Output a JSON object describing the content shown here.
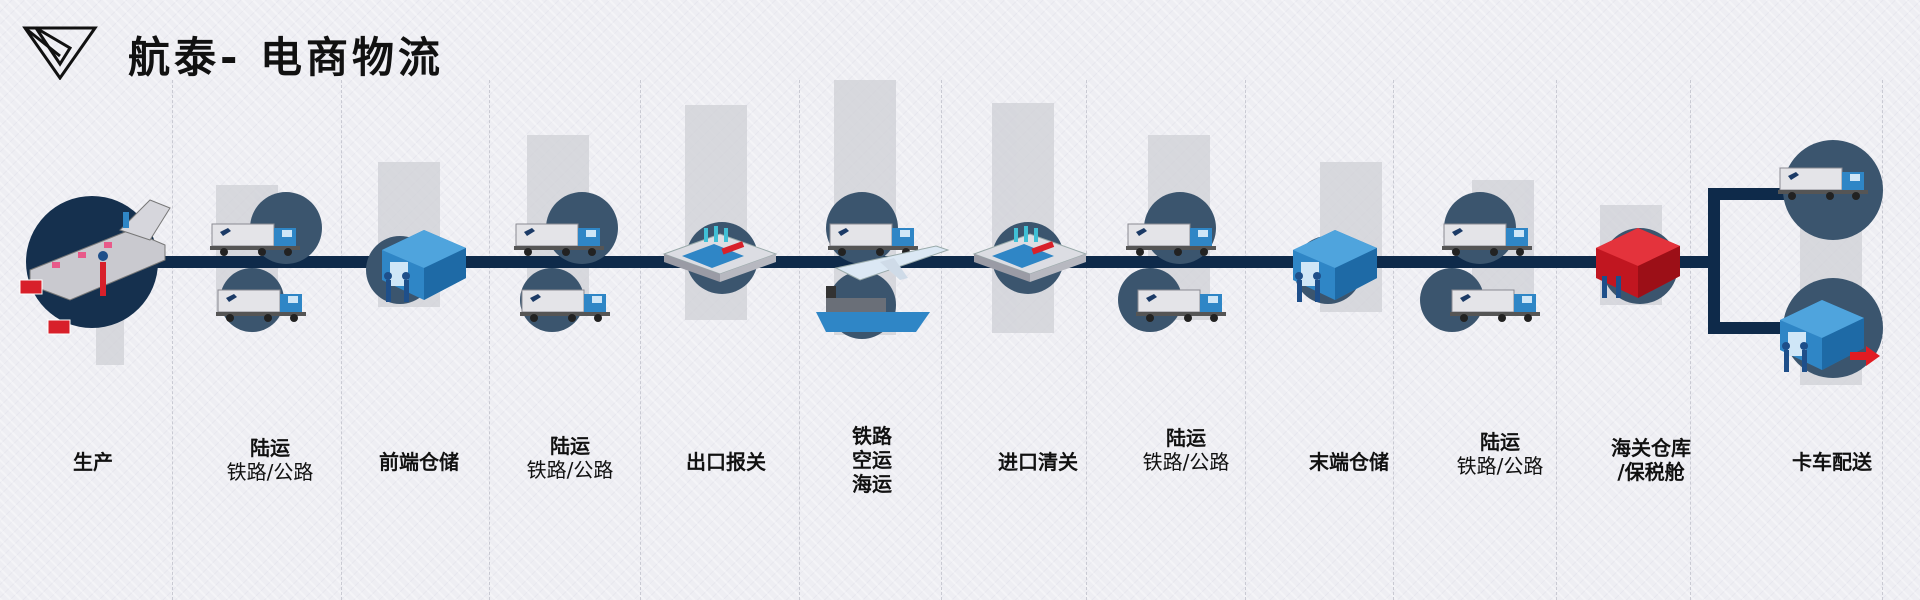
{
  "header": {
    "title": "航泰- 电商物流",
    "logo_icon": "triangle-logo-icon"
  },
  "colors": {
    "route_line": "#0e2a4a",
    "circle": "#3b556e",
    "truck_blue": "#2f86c6",
    "warehouse_blue": "#2f86c6",
    "bonded_red": "#d8202a",
    "bar_gray": "#cfd0d6",
    "arrow_red": "#e11b22"
  },
  "stages": [
    {
      "id": "production",
      "lines": [
        "生产"
      ],
      "icon": "production-line-icon"
    },
    {
      "id": "land-1",
      "lines": [
        "陆运",
        "铁路/公路"
      ],
      "icon": "truck-icon"
    },
    {
      "id": "front-warehouse",
      "lines": [
        "前端仓储"
      ],
      "icon": "warehouse-icon"
    },
    {
      "id": "land-2",
      "lines": [
        "陆运",
        "铁路/公路"
      ],
      "icon": "truck-icon"
    },
    {
      "id": "export-customs",
      "lines": [
        "出口报关"
      ],
      "icon": "port-icon"
    },
    {
      "id": "multimodal",
      "lines": [
        "铁路",
        "空运",
        "海运"
      ],
      "icon": "plane-ship-icon"
    },
    {
      "id": "import-clearance",
      "lines": [
        "进口清关"
      ],
      "icon": "port-icon"
    },
    {
      "id": "land-3",
      "lines": [
        "陆运",
        "铁路/公路"
      ],
      "icon": "truck-icon"
    },
    {
      "id": "end-warehouse",
      "lines": [
        "末端仓储"
      ],
      "icon": "warehouse-icon"
    },
    {
      "id": "land-4",
      "lines": [
        "陆运",
        "铁路/公路"
      ],
      "icon": "truck-icon"
    },
    {
      "id": "bonded",
      "lines": [
        "海关仓库",
        "/保税舱"
      ],
      "icon": "bonded-warehouse-icon"
    },
    {
      "id": "truck-delivery",
      "lines": [
        "卡车配送"
      ],
      "icon": "delivery-truck-icon"
    }
  ]
}
